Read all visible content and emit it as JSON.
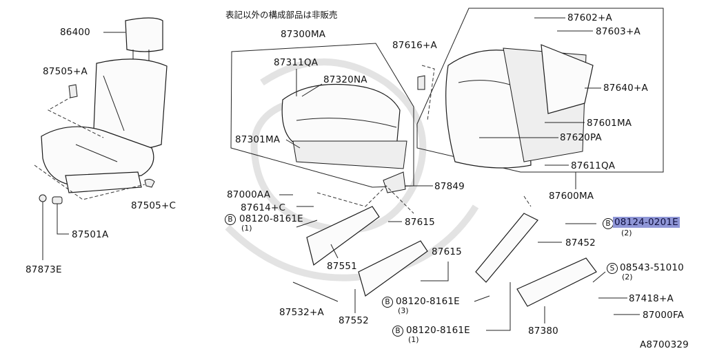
{
  "note_title": "表記以外の構成部品は非販売",
  "diagram_id": "A8700329",
  "prefix_b": "B",
  "prefix_s": "S",
  "labels": {
    "p86400": "86400",
    "p87505a": "87505+A",
    "p87505c": "87505+C",
    "p87501a": "87501A",
    "p87873e": "87873E",
    "p87300ma": "87300MA",
    "p87311qa": "87311QA",
    "p87320na": "87320NA",
    "p87301ma": "87301MA",
    "p87616a": "87616+A",
    "p87602a": "87602+A",
    "p87603a": "87603+A",
    "p87640a": "87640+A",
    "p87601ma": "87601MA",
    "p87620pa": "87620PA",
    "p87611qa": "87611QA",
    "p87600ma": "87600MA",
    "p87849": "87849",
    "p87000aa": "87000AA",
    "p87614c": "87614+C",
    "p08120a": "08120-8161E",
    "q08120a": "(1)",
    "p87615a": "87615",
    "p87551": "87551",
    "p87615b": "87615",
    "p08124": "08124-0201E",
    "q08124": "(2)",
    "p87452": "87452",
    "p08543": "08543-51010",
    "q08543": "(2)",
    "p87418a": "87418+A",
    "p87000fa": "87000FA",
    "p87380": "87380",
    "p08120b": "08120-8161E",
    "q08120b": "(3)",
    "p08120c": "08120-8161E",
    "q08120c": "(1)",
    "p87532a": "87532+A",
    "p87552": "87552"
  }
}
